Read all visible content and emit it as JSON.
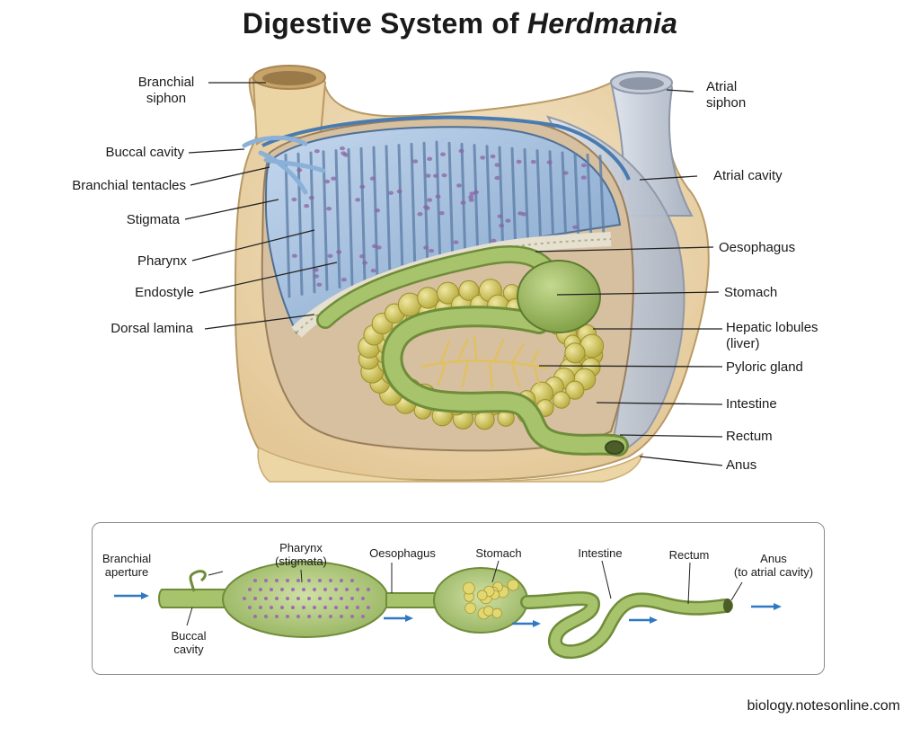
{
  "title": {
    "prefix": "Digestive System of ",
    "genus": "Herdmania"
  },
  "labels_left": [
    {
      "id": "branchial-siphon",
      "line1": "Branchial",
      "line2": "siphon"
    },
    {
      "id": "buccal-cavity",
      "text": "Buccal cavity"
    },
    {
      "id": "branchial-tentacles",
      "text": "Branchial tentacles"
    },
    {
      "id": "stigmata",
      "text": "Stigmata"
    },
    {
      "id": "pharynx",
      "text": "Pharynx"
    },
    {
      "id": "endostyle",
      "text": "Endostyle"
    },
    {
      "id": "dorsal-lamina",
      "text": "Dorsal lamina"
    }
  ],
  "labels_right": [
    {
      "id": "atrial-siphon",
      "line1": "Atrial",
      "line2": "siphon"
    },
    {
      "id": "atrial-cavity",
      "text": "Atrial cavity"
    },
    {
      "id": "oesophagus",
      "text": "Oesophagus"
    },
    {
      "id": "stomach",
      "text": "Stomach"
    },
    {
      "id": "hepatic-lobules",
      "line1": "Hepatic lobules",
      "line2": "(liver)"
    },
    {
      "id": "pyloric-gland",
      "text": "Pyloric gland"
    },
    {
      "id": "intestine",
      "text": "Intestine"
    },
    {
      "id": "rectum",
      "text": "Rectum"
    },
    {
      "id": "anus",
      "text": "Anus"
    }
  ],
  "flow": {
    "branchial_aperture": {
      "line1": "Branchial",
      "line2": "aperture"
    },
    "pharynx": {
      "line1": "Pharynx",
      "line2": "(stigmata)"
    },
    "oesophagus": "Oesophagus",
    "stomach": "Stomach",
    "intestine": "Intestine",
    "rectum": "Rectum",
    "anus": {
      "line1": "Anus",
      "line2": "(to atrial cavity)"
    },
    "buccal_cavity": {
      "line1": "Buccal",
      "line2": "cavity"
    }
  },
  "source": "biology.notesonline.com",
  "colors": {
    "tunic": "#f1dfb8",
    "branchial_sac": "#a9c4e0",
    "gut": "#9fbe63",
    "liver": "#d7cf6a",
    "arrow": "#2f78c2"
  }
}
